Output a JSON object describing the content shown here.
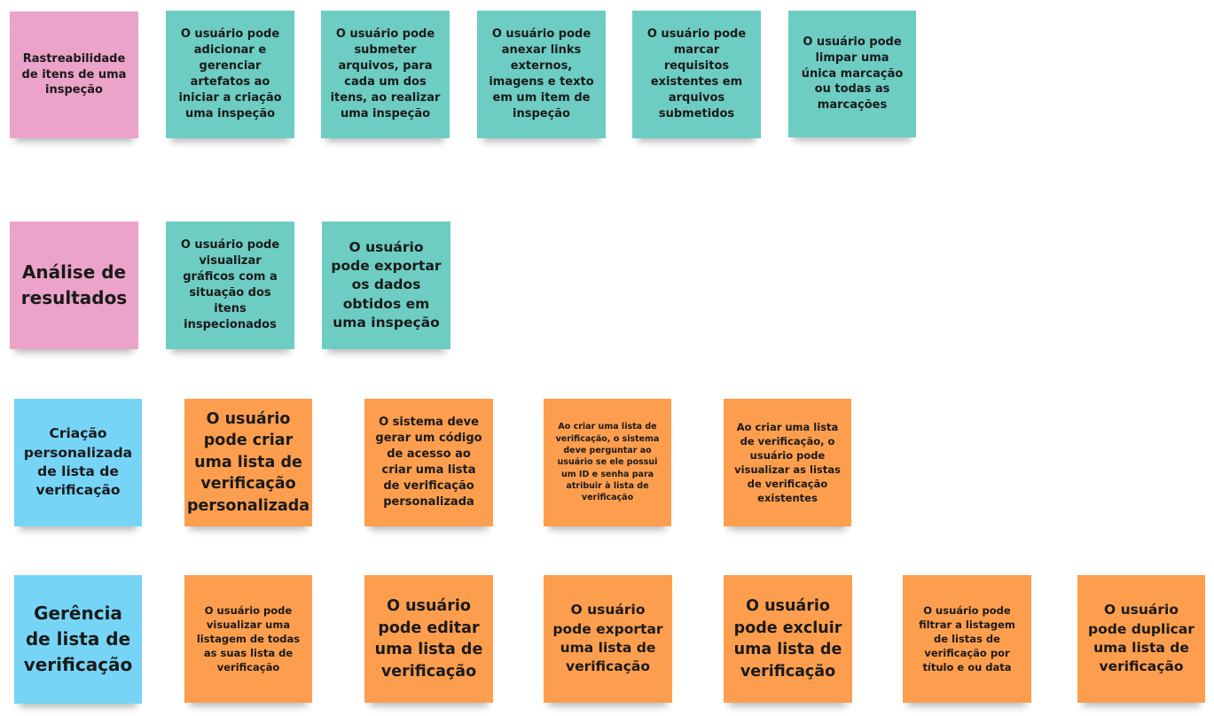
{
  "rows": [
    {
      "header": "Rastreabilidade de itens de uma inspeção",
      "notes": [
        "O usuário pode adicionar e gerenciar artefatos ao iniciar a criação uma inspeção",
        "O usuário pode submeter arquivos, para cada um dos itens, ao realizar uma inspeção",
        "O usuário pode anexar links externos, imagens e texto em um item de inspeção",
        "O usuário pode marcar requisitos existentes em arquivos submetidos",
        "O usuário pode limpar uma única marcação ou todas as marcações"
      ]
    },
    {
      "header": "Análise de resultados",
      "notes": [
        "O usuário pode visualizar gráficos com a situação dos itens inspecionados",
        "O usuário pode exportar os dados obtidos em uma inspeção"
      ]
    },
    {
      "header": "Criação personalizada de lista de verificação",
      "notes": [
        "O usuário pode criar uma lista de verificação personalizada",
        "O sistema deve gerar um código de acesso ao criar uma lista de verificação personalizada",
        "Ao criar uma lista de verificação, o sistema deve perguntar ao usuário se ele possui um ID e senha para atribuir à lista de verificação",
        "Ao criar uma lista de verificação, o usuário pode visualizar as listas de verificação existentes"
      ]
    },
    {
      "header": "Gerência de lista de verificação",
      "notes": [
        "O usuário pode visualizar uma listagem de todas as suas lista de verificação",
        "O usuário pode editar uma lista de verificação",
        "O usuário pode exportar uma lista de verificação",
        "O usuário pode excluir uma lista de verificação",
        "O usuário pode filtrar a listagem de listas de verificação por título e ou data",
        "O usuário pode duplicar uma lista de verificação"
      ]
    }
  ]
}
